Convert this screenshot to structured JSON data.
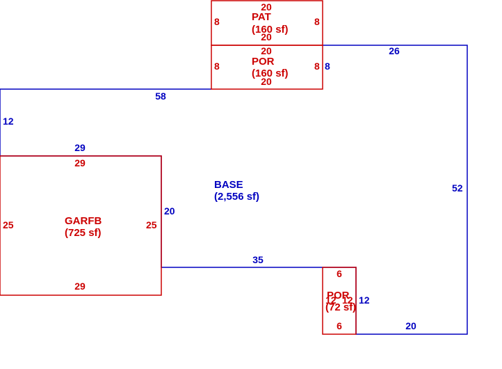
{
  "colors": {
    "base": "#0000c0",
    "addition": "#cc0000",
    "background": "#ffffff"
  },
  "areas": {
    "base": {
      "name": "BASE",
      "area": "(2,556 sf)"
    },
    "garfb": {
      "name": "GARFB",
      "area": "(725 sf)"
    },
    "pat": {
      "name": "PAT",
      "area": "(160 sf)"
    },
    "por_top": {
      "name": "POR",
      "area": "(160 sf)"
    },
    "por_small": {
      "name": "POR",
      "area": "(72 sf)"
    }
  },
  "dimensions": {
    "base": {
      "top_left": "58",
      "left": "12",
      "mid_step": "29",
      "step_vertical": "20",
      "inner_horizontal": "35",
      "por_side": "12",
      "bottom_right": "20",
      "right": "52",
      "top_right": "26",
      "por_joint": "8"
    },
    "garfb": {
      "top": "29",
      "bottom": "29",
      "left": "25",
      "right": "25"
    },
    "pat": {
      "top": "20",
      "bottom": "20",
      "left": "8",
      "right": "8"
    },
    "por_top": {
      "top": "20",
      "bottom": "20",
      "left": "8",
      "right": "8"
    },
    "por_small": {
      "top": "6",
      "bottom": "6",
      "left": "12",
      "right": "12"
    }
  }
}
